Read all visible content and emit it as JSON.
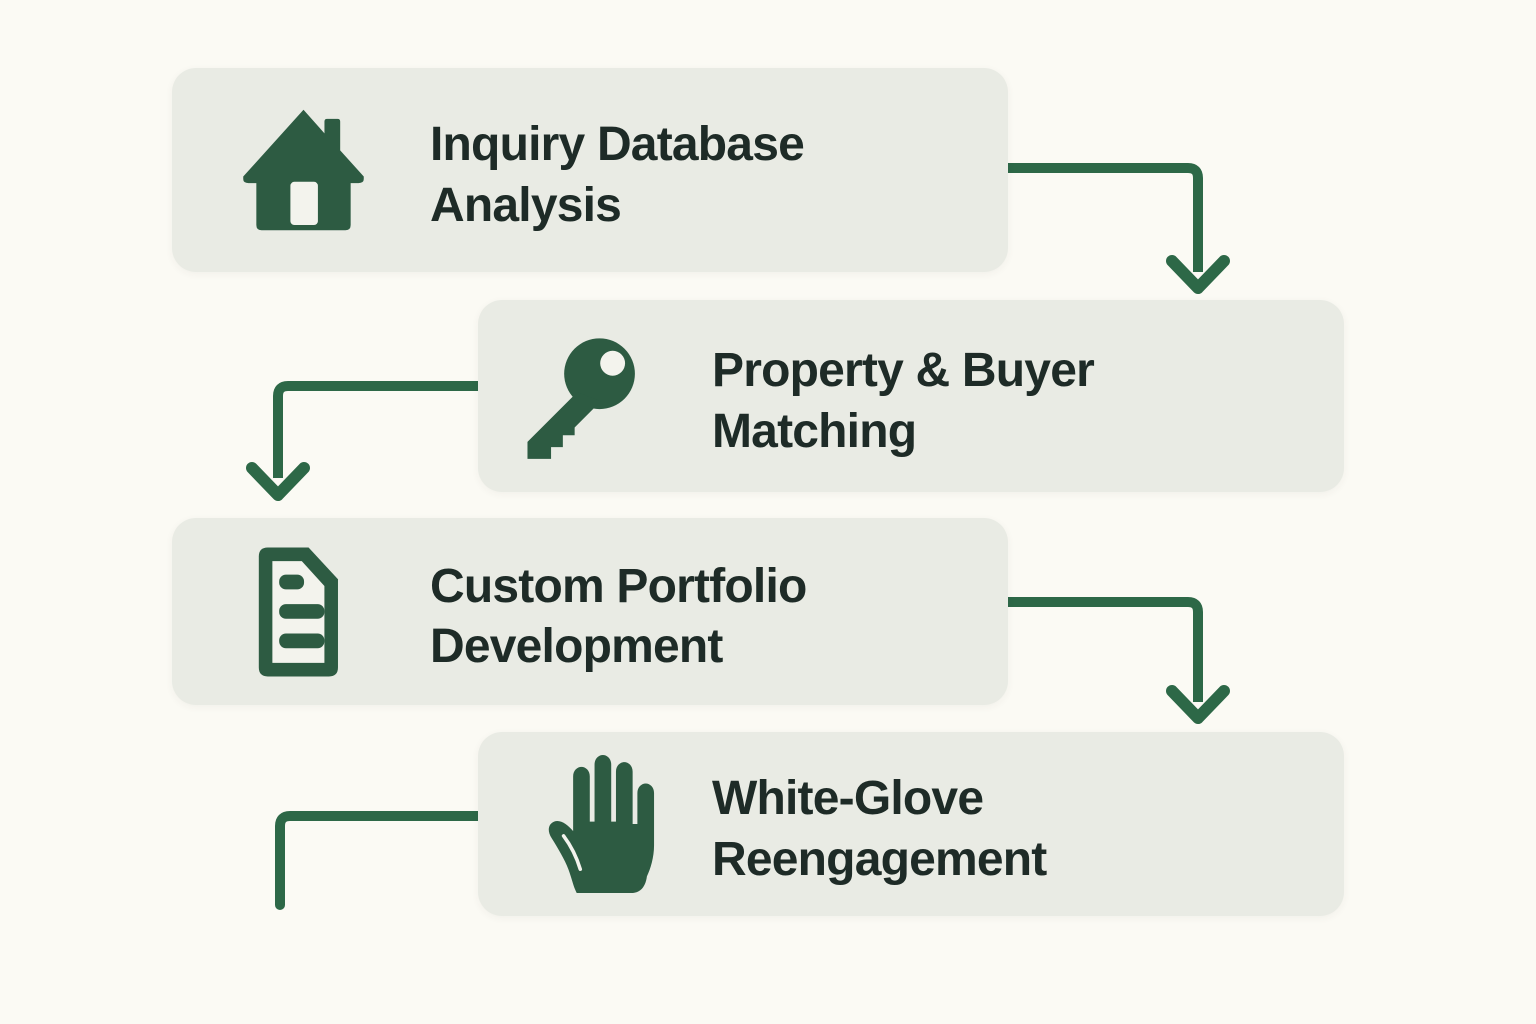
{
  "diagram": {
    "type": "flowchart",
    "steps": [
      {
        "id": 1,
        "icon": "house-icon",
        "label": "Inquiry Database\nAnalysis"
      },
      {
        "id": 2,
        "icon": "key-icon",
        "label": "Property & Buyer\nMatching"
      },
      {
        "id": 3,
        "icon": "document-icon",
        "label": "Custom Portfolio\nDevelopment"
      },
      {
        "id": 4,
        "icon": "hand-icon",
        "label": "White-Glove\nReengagement"
      }
    ],
    "connectors": [
      {
        "from": 1,
        "to": 2,
        "shape": "right-then-down",
        "arrowhead": true
      },
      {
        "from": 2,
        "to": 3,
        "shape": "left-then-down",
        "arrowhead": true
      },
      {
        "from": 3,
        "to": 4,
        "shape": "right-then-down",
        "arrowhead": true
      },
      {
        "from": 4,
        "to": null,
        "shape": "left-then-down",
        "arrowhead": false
      }
    ]
  },
  "colors": {
    "page-bg": "#fbfaf4",
    "box-bg": "#e9ebe4",
    "icon-green": "#2d5b42",
    "arrow-green": "#2d6847",
    "text-dark": "#1e2b27",
    "icon-cutout": "#f3f3ed"
  }
}
